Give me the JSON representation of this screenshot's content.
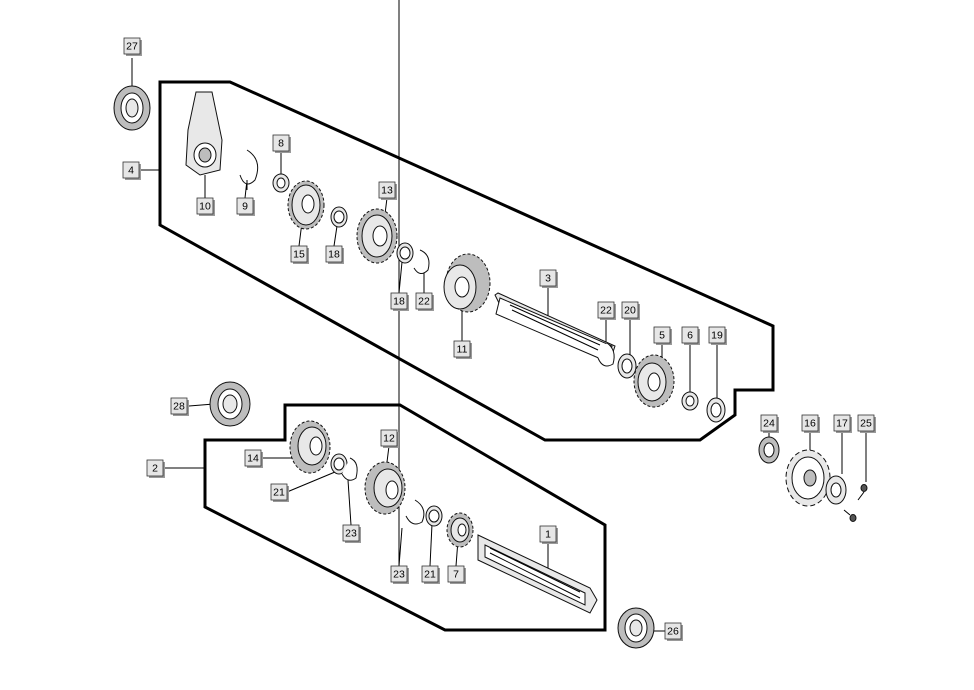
{
  "diagram": {
    "labels": [
      {
        "id": "27",
        "text": "27"
      },
      {
        "id": "8",
        "text": "8"
      },
      {
        "id": "4",
        "text": "4"
      },
      {
        "id": "10",
        "text": "10"
      },
      {
        "id": "9",
        "text": "9"
      },
      {
        "id": "13",
        "text": "13"
      },
      {
        "id": "15",
        "text": "15"
      },
      {
        "id": "18a",
        "text": "18"
      },
      {
        "id": "18b",
        "text": "18"
      },
      {
        "id": "22a",
        "text": "22"
      },
      {
        "id": "3",
        "text": "3"
      },
      {
        "id": "11",
        "text": "11"
      },
      {
        "id": "22b",
        "text": "22"
      },
      {
        "id": "20",
        "text": "20"
      },
      {
        "id": "5",
        "text": "5"
      },
      {
        "id": "6",
        "text": "6"
      },
      {
        "id": "19",
        "text": "19"
      },
      {
        "id": "28",
        "text": "28"
      },
      {
        "id": "12",
        "text": "12"
      },
      {
        "id": "14",
        "text": "14"
      },
      {
        "id": "2",
        "text": "2"
      },
      {
        "id": "21a",
        "text": "21"
      },
      {
        "id": "23a",
        "text": "23"
      },
      {
        "id": "1",
        "text": "1"
      },
      {
        "id": "23b",
        "text": "23"
      },
      {
        "id": "21b",
        "text": "21"
      },
      {
        "id": "7",
        "text": "7"
      },
      {
        "id": "24",
        "text": "24"
      },
      {
        "id": "16",
        "text": "16"
      },
      {
        "id": "17",
        "text": "17"
      },
      {
        "id": "25",
        "text": "25"
      },
      {
        "id": "26",
        "text": "26"
      }
    ]
  }
}
